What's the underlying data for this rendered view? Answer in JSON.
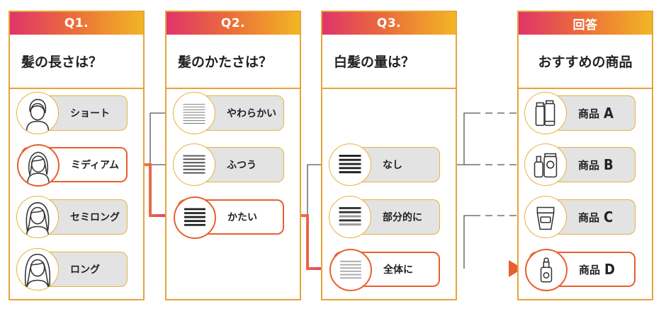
{
  "columns": [
    {
      "header": "Q1.",
      "question": "髪の長さは？",
      "options": [
        {
          "label": "ショート",
          "icon": "short-hair-face-icon"
        },
        {
          "label": "ミディアム",
          "icon": "medium-hair-face-icon",
          "active": true
        },
        {
          "label": "セミロング",
          "icon": "semi-long-hair-face-icon"
        },
        {
          "label": "ロング",
          "icon": "long-hair-face-icon"
        }
      ]
    },
    {
      "header": "Q2.",
      "question": "髪のかたさは？",
      "options": [
        {
          "label": "やわらかい",
          "icon": "thin-lines-icon"
        },
        {
          "label": "ふつう",
          "icon": "medium-lines-icon"
        },
        {
          "label": "かたい",
          "icon": "thick-lines-icon",
          "active": true
        }
      ]
    },
    {
      "header": "Q3.",
      "question": "白髪の量は？",
      "options": [
        {
          "label": "なし",
          "icon": "dark-lines-icon"
        },
        {
          "label": "部分的に",
          "icon": "partial-gray-lines-icon"
        },
        {
          "label": "全体に",
          "icon": "gray-lines-icon",
          "active": true
        }
      ]
    },
    {
      "header": "回答",
      "question": "おすすめの商品",
      "options": [
        {
          "label": "商品",
          "letter": "A",
          "icon": "tube-bottles-icon"
        },
        {
          "label": "商品",
          "letter": "B",
          "icon": "bottle-and-jar-icon"
        },
        {
          "label": "商品",
          "letter": "C",
          "icon": "jar-icon"
        },
        {
          "label": "商品",
          "letter": "D",
          "icon": "dropper-bottle-icon",
          "active": true
        }
      ]
    }
  ],
  "colors": {
    "accent": "#e8602e",
    "border": "#e8a33a",
    "option_bg": "#e3e3e3",
    "path_start": "#f0a020",
    "path_end": "#e03070"
  }
}
